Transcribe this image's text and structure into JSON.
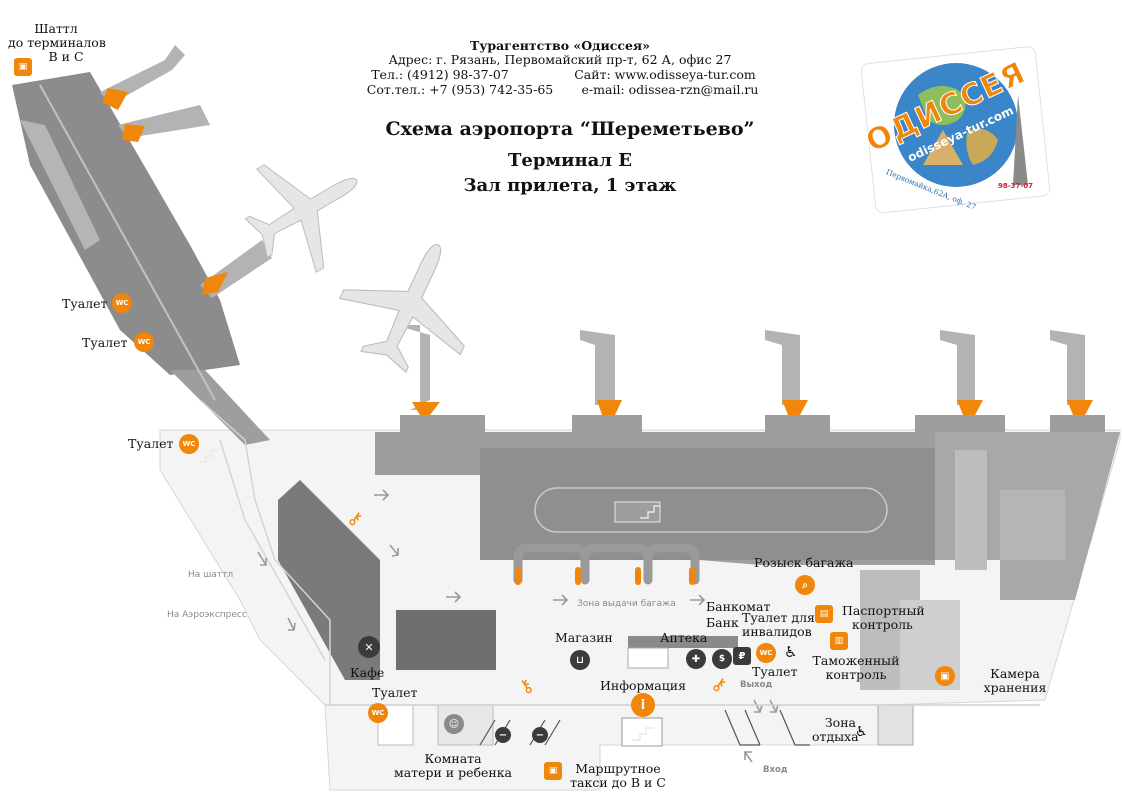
{
  "header": {
    "agency_name": "Турагентство «Одиссея»",
    "address": "Адрес: г. Рязань, Первомайский пр-т, 62 А, офис 27",
    "phone": "Тел.: (4912) 98-37-07",
    "site": "Сайт: www.odisseya-tur.com",
    "mobile": "Сот.тел.: +7 (953) 742-35-65",
    "email": "e-mail: odissea-rzn@mail.ru",
    "title": "Схема аэропорта “Шереметьево”",
    "terminal": "Терминал Е",
    "hall": "Зал прилета, 1 этаж"
  },
  "logo": {
    "brand": "ОДИССЕЯ",
    "site": "odisseya-tur.com",
    "address": "Первомайка,62А, оф. 27",
    "phone": "98-37-07"
  },
  "labels": {
    "shuttle_title": "Шаттл",
    "shuttle_line2": "до терминалов",
    "shuttle_line3": "В и С",
    "toilet1": "Туалет",
    "toilet2": "Туалет",
    "toilet3": "Туалет",
    "toilet4": "Туалет",
    "toilet5": "Туалет",
    "cafe": "Кафе",
    "shop": "Магазин",
    "pharmacy": "Аптека",
    "bank": "Банк",
    "atm": "Банкомат",
    "toilet_disabled_1": "Туалет для",
    "toilet_disabled_2": "инвалидов",
    "baggage_search": "Розыск багажа",
    "passport_1": "Паспортный",
    "passport_2": "контроль",
    "customs_1": "Таможенный",
    "customs_2": "контроль",
    "storage_1": "Камера",
    "storage_2": "хранения",
    "rest_1": "Зона",
    "rest_2": "отдыха",
    "info": "Информация",
    "mother_1": "Комната",
    "mother_2": "матери и ребенка",
    "taxi_1": "Маршрутное",
    "taxi_2": "такси до В и С",
    "to_shuttle": "На шаттл",
    "to_aeroexpress": "На Аэроэкспресс",
    "baggage_zone": "Зона выдачи багажа",
    "exit": "Выход",
    "entrance": "Вход"
  },
  "colors": {
    "building": "#9c9c9c",
    "building_dark": "#7a7a7a",
    "floor": "#e6e6e6",
    "accent": "#f0860a",
    "plane": "#e4e4e4"
  },
  "icons": [
    "shuttle-bus-icon",
    "wc-icon",
    "cafe-icon",
    "shop-basket-icon",
    "pharmacy-icon",
    "bank-icon",
    "atm-icon",
    "disabled-icon",
    "baggage-search-icon",
    "passport-icon",
    "customs-icon",
    "storage-icon",
    "info-icon",
    "escalator-icon",
    "key-icon",
    "no-entry-icon",
    "bus-icon"
  ]
}
